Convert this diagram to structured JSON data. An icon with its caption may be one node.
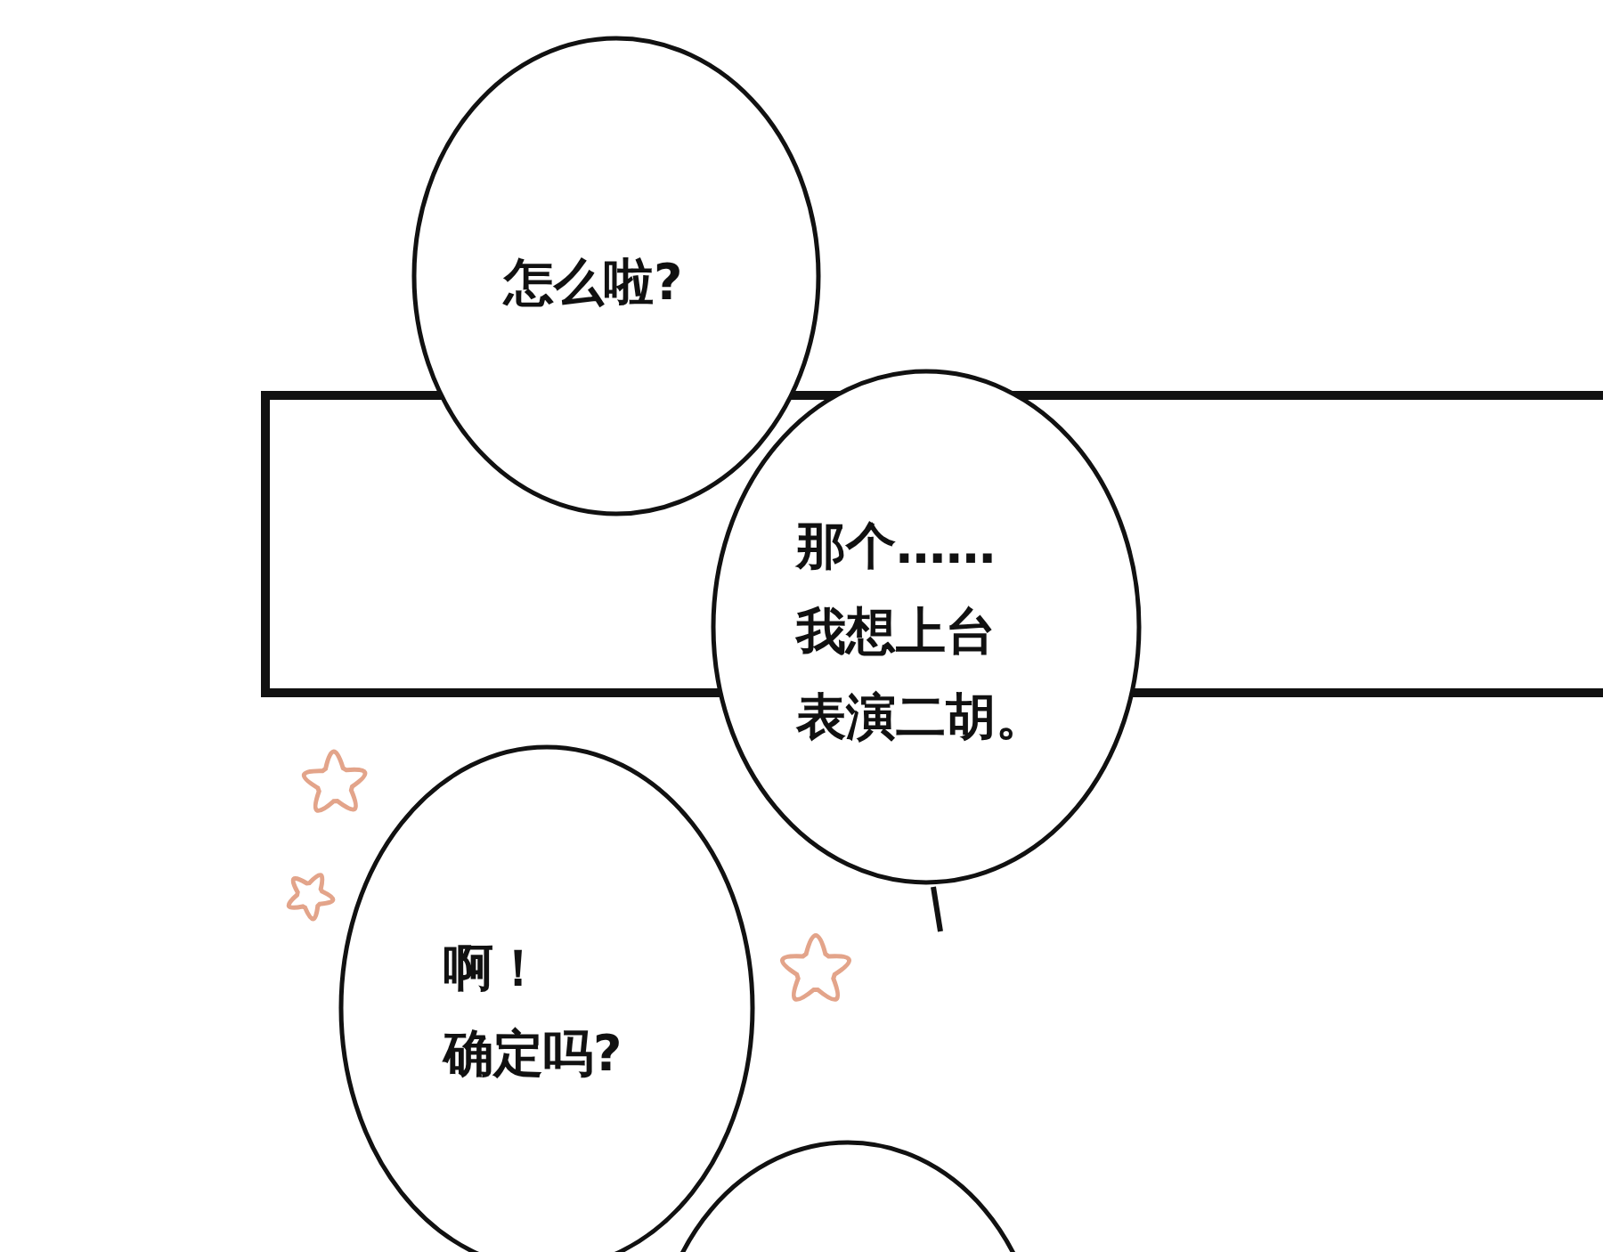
{
  "diagram": {
    "nodes": [
      {
        "text": [
          "怎么啦?"
        ]
      },
      {
        "text": [
          "那个……我想上台表演二胡。"
        ]
      },
      {
        "text": [
          "啊！确定吗?"
        ]
      },
      {
        "text": [],
        "shape": "circle"
      }
    ]
  }
}
